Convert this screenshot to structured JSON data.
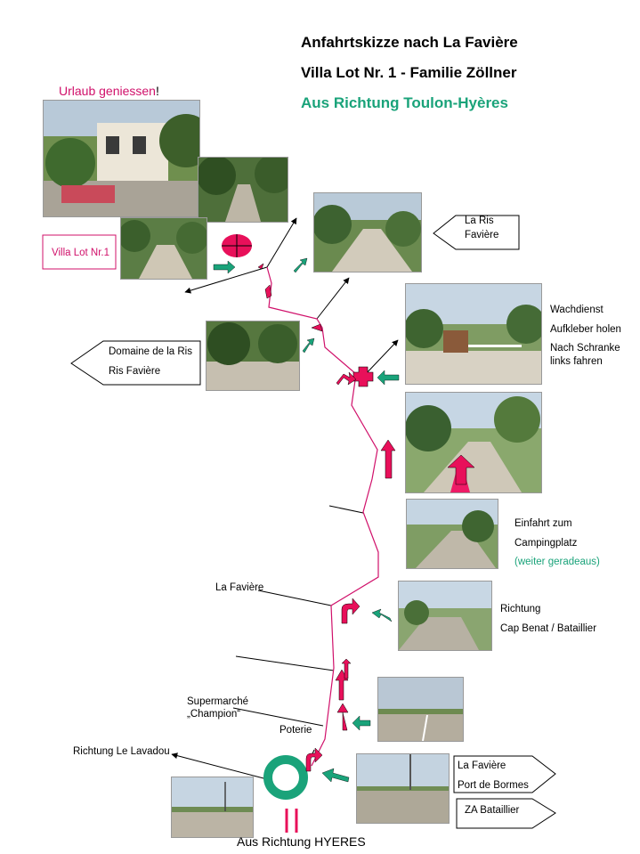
{
  "header": {
    "line1": "Anfahrtskizze nach La Favière",
    "line2": "Villa Lot Nr. 1  -  Familie Zöllner",
    "line3": "Aus Richtung Toulon-Hyères"
  },
  "top_left": {
    "slogan_pre": "Urlaub geniessen",
    "slogan_mark": "!",
    "villa_label": "Villa Lot Nr.1"
  },
  "signs": {
    "la_ris_line1": "La Ris",
    "la_ris_line2": "Favière",
    "domaine_line1": "Domaine de la Ris",
    "domaine_line2": "Ris Favière",
    "lafaviere_port_line1": "La Favière",
    "lafaviere_port_line2": "Port de Bormes",
    "za_bataillier": "ZA Bataillier"
  },
  "notes": {
    "wachdienst": "Wachdienst",
    "aufkleber": "Aufkleber holen",
    "schranke1": "Nach Schranke",
    "schranke2": "links fahren",
    "einfahrt1": "Einfahrt zum",
    "einfahrt2": "Campingplatz",
    "einfahrt3": "(weiter geradeaus)",
    "richtung1": "Richtung",
    "richtung2": "Cap Benat / Bataillier"
  },
  "road_labels": {
    "la_faviere": "La Favière",
    "supermarche1": "Supermarché",
    "supermarche2": "„Champion“",
    "poterie": "Poterie",
    "lavadou": "Richtung Le Lavadou",
    "hyeres": "Aus Richtung HYERES"
  },
  "colors": {
    "route": "#d0106a",
    "green_arrow": "#1aa37a",
    "title_green": "#1aa37a"
  }
}
